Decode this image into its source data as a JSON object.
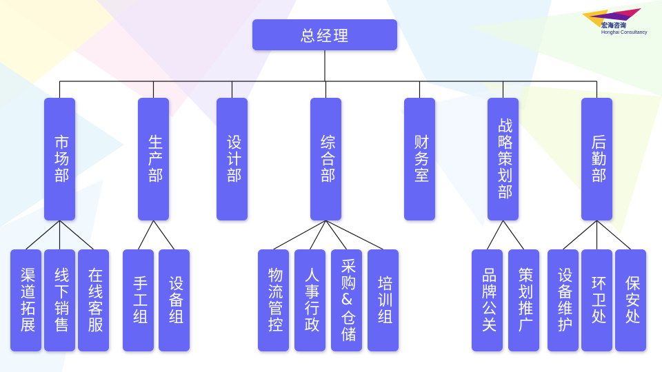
{
  "brand": {
    "name": "宏海咨询",
    "sub": "Honghai Consultancy"
  },
  "root": {
    "label": "总经理"
  },
  "departments": [
    {
      "label": "市场部",
      "children": [
        "渠道拓展",
        "线下销售",
        "在线客服"
      ]
    },
    {
      "label": "生产部",
      "children": [
        "手工组",
        "设备组"
      ]
    },
    {
      "label": "设计部",
      "children": []
    },
    {
      "label": "综合部",
      "children": [
        "物流管控",
        "人事行政",
        "采购&仓储",
        "培训组"
      ]
    },
    {
      "label": "财务室",
      "children": []
    },
    {
      "label": "战略策划部",
      "children": [
        "品牌公关",
        "策划推广"
      ]
    },
    {
      "label": "后勤部",
      "children": [
        "设备维护",
        "环卫处",
        "保安处"
      ]
    }
  ]
}
